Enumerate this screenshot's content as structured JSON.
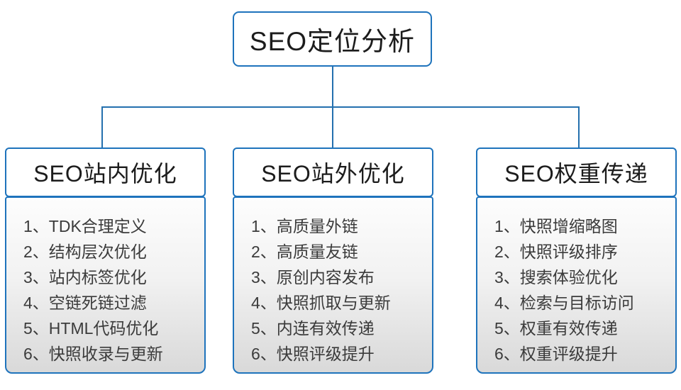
{
  "root": {
    "title": "SEO定位分析"
  },
  "columns": [
    {
      "title": "SEO站内优化",
      "items": [
        "1、TDK合理定义",
        "2、结构层次优化",
        "3、站内标签优化",
        "4、空链死链过滤",
        "5、HTML代码优化",
        "6、快照收录与更新"
      ]
    },
    {
      "title": "SEO站外优化",
      "items": [
        "1、高质量外链",
        "2、高质量友链",
        "3、原创内容发布",
        "4、快照抓取与更新",
        "5、内连有效传递",
        "6、快照评级提升"
      ]
    },
    {
      "title": "SEO权重传递",
      "items": [
        "1、快照增缩略图",
        "2、快照评级排序",
        "3、搜索体验优化",
        "4、检索与目标访问",
        "5、权重有效传递",
        "6、权重评级提升"
      ]
    }
  ],
  "colors": {
    "box-border": "#1e73bc",
    "connector": "#2470ae",
    "list-bg-top": "#fdfdfd",
    "list-bg-bottom": "#d9d9d9",
    "text-dark": "#1c1c1c",
    "text-list": "#3b3b3b"
  }
}
